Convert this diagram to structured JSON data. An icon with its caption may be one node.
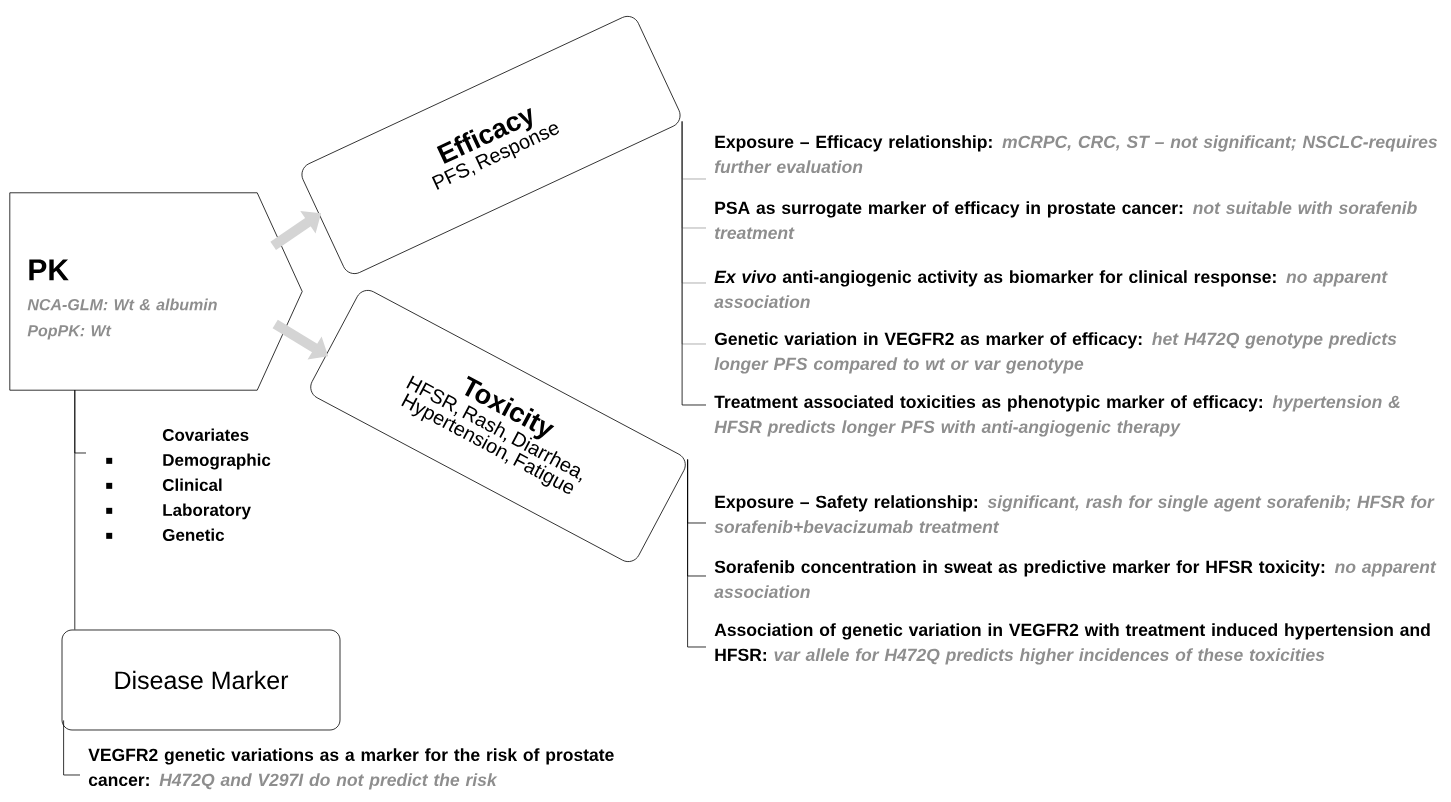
{
  "diagram": {
    "nodes": [
      {
        "text": [
          "PK",
          "NCA-GLM: Wt & albumin",
          "PopPK: Wt"
        ]
      },
      {
        "text": [
          "Efficacy",
          "PFS, Response"
        ]
      },
      {
        "text": [
          "Toxicity",
          "HFSR, Rash, Diarrhea, Hypertension, Fatigue"
        ]
      },
      {
        "text": [
          "Covariates",
          "Demographic",
          "Clinical",
          "Laboratory",
          "Genetic"
        ]
      },
      {
        "text": [
          "Disease Marker"
        ]
      },
      {
        "text": [
          "Exposure – Efficacy relationship:",
          "mCRPC, CRC, ST – not significant; NSCLC-requires further evaluation"
        ]
      },
      {
        "text": [
          "PSA as surrogate marker of efficacy in prostate cancer:",
          "not suitable with sorafenib treatment"
        ]
      },
      {
        "text": [
          "*Ex vivo* anti-angiogenic activity as biomarker for clinical response:",
          "no apparent association"
        ]
      },
      {
        "text": [
          "Genetic variation in VEGFR2 as marker of efficacy:",
          "het H472Q genotype predicts longer PFS compared to wt or var genotype"
        ]
      },
      {
        "text": [
          "Treatment associated toxicities as phenotypic marker of efficacy:",
          "hypertension & HFSR predicts longer PFS with anti-angiogenic therapy"
        ]
      },
      {
        "text": [
          "Exposure – Safety relationship:",
          "significant, rash for single agent sorafenib; HFSR for sorafenib+bevacizumab treatment"
        ]
      },
      {
        "text": [
          "Sorafenib concentration in sweat as predictive marker for HFSR toxicity:",
          "no apparent association"
        ]
      },
      {
        "text": [
          "Association of genetic variation in VEGFR2 with treatment induced hypertension and HFSR:",
          "var allele for H472Q predicts higher incidences of these toxicities"
        ]
      },
      {
        "text": [
          "VEGFR2 genetic variations as a marker for the risk of prostate cancer:",
          "H472Q and V297I do not predict the risk"
        ]
      }
    ],
    "edges": [
      {
        "from": 0,
        "to": 1,
        "arrow": "to",
        "style": "thick",
        "color": "#d4d4d4"
      },
      {
        "from": 0,
        "to": 2,
        "arrow": "to",
        "style": "thick",
        "color": "#d4d4d4"
      },
      {
        "from": 0,
        "to": 3,
        "arrow": "none"
      },
      {
        "from": 0,
        "to": 4,
        "arrow": "none"
      },
      {
        "from": 1,
        "to": 5,
        "arrow": "none",
        "color": "#9a9a9a"
      },
      {
        "from": 1,
        "to": 6,
        "arrow": "none",
        "color": "#9a9a9a"
      },
      {
        "from": 1,
        "to": 7,
        "arrow": "none",
        "color": "#9a9a9a"
      },
      {
        "from": 1,
        "to": 8,
        "arrow": "none",
        "color": "#9a9a9a"
      },
      {
        "from": 1,
        "to": 9,
        "arrow": "none"
      },
      {
        "from": 2,
        "to": 10,
        "arrow": "none"
      },
      {
        "from": 2,
        "to": 11,
        "arrow": "none"
      },
      {
        "from": 2,
        "to": 12,
        "arrow": "none"
      },
      {
        "from": 4,
        "to": 13,
        "arrow": "none"
      }
    ]
  }
}
